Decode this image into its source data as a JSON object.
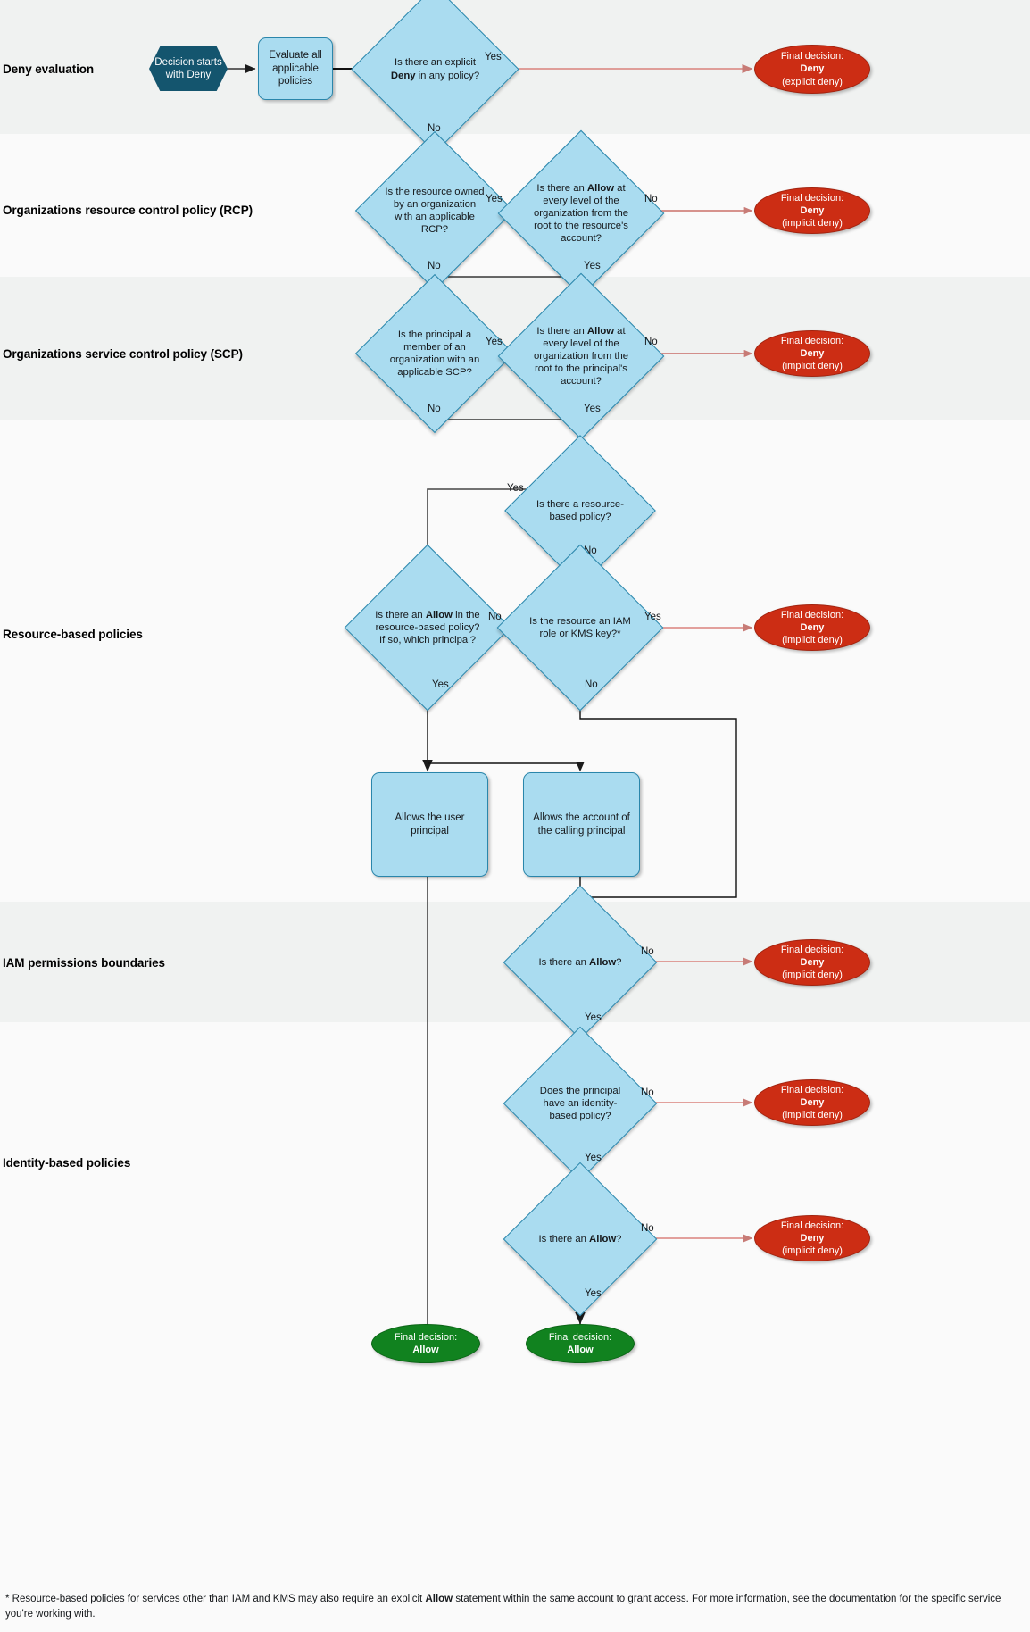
{
  "diagram": {
    "title": "AWS IAM policy evaluation flowchart",
    "colors": {
      "band_shaded": "#f0f2f1",
      "band_light": "#fafafa",
      "decision_fill": "#aadcf0",
      "decision_stroke": "#2a86ab",
      "start_fill": "#14556e",
      "deny_fill": "#cc2d14",
      "allow_fill": "#11821f",
      "deny_edge": "#d9827c",
      "edge": "#444444"
    }
  },
  "lanes": [
    {
      "id": "deny-evaluation",
      "label": "Deny evaluation"
    },
    {
      "id": "rcp",
      "label": "Organizations resource control policy (RCP)"
    },
    {
      "id": "scp",
      "label": "Organizations service control policy (SCP)"
    },
    {
      "id": "resource-based",
      "label": "Resource-based policies"
    },
    {
      "id": "permissions-boundaries",
      "label": "IAM permissions boundaries"
    },
    {
      "id": "identity-based",
      "label": "Identity-based policies"
    }
  ],
  "nodes": {
    "start": {
      "label": "Decision starts with Deny",
      "line1": "Decision starts",
      "line2": "with Deny"
    },
    "evaluate": {
      "label": "Evaluate all applicable policies"
    },
    "explicit_deny": {
      "pre": "Is there an explicit ",
      "bold": "Deny",
      "post": " in any policy?"
    },
    "rcp_owned": {
      "label": "Is the resource owned by an organization with an applicable RCP?"
    },
    "rcp_allow": {
      "pre": "Is there an ",
      "bold": "Allow",
      "post": " at every level of the organization from the root to the resource's account?"
    },
    "scp_member": {
      "label": "Is the principal a member of an organization with an applicable SCP?"
    },
    "scp_allow": {
      "pre": "Is there an ",
      "bold": "Allow",
      "post": " at every level of the organization from the root to the principal's account?"
    },
    "rbp_exists": {
      "label": "Is there a resource-based policy?"
    },
    "rbp_allow": {
      "pre": "Is there an ",
      "bold": "Allow",
      "post": " in the resource-based policy? If so, which principal?"
    },
    "is_role_or_key": {
      "label": "Is the resource an IAM role or KMS key?*"
    },
    "allows_user_principal": {
      "label": "Allows the user principal"
    },
    "allows_account": {
      "label": "Allows the account of the calling principal"
    },
    "pb_allow": {
      "pre": "Is there an ",
      "bold": "Allow",
      "post": "?"
    },
    "idp_has_policy": {
      "label": "Does the principal have an identity-based policy?"
    },
    "idp_allow": {
      "pre": "Is there an ",
      "bold": "Allow",
      "post": "?"
    }
  },
  "terminals": {
    "deny_explicit": {
      "line1": "Final decision:",
      "line2": "Deny",
      "line3": "(explicit deny)"
    },
    "deny_implicit": {
      "line1": "Final decision:",
      "line2": "Deny",
      "line3": "(implicit deny)"
    },
    "allow": {
      "line1": "Final decision:",
      "line2": "Allow"
    }
  },
  "edge_labels": {
    "yes": "Yes",
    "no": "No"
  },
  "footnote": {
    "pre": "* Resource-based policies for services other than IAM and KMS may also require an explicit ",
    "bold": "Allow",
    "post": " statement within the same account to grant access. For more information, see the documentation for the specific service you're working with."
  }
}
